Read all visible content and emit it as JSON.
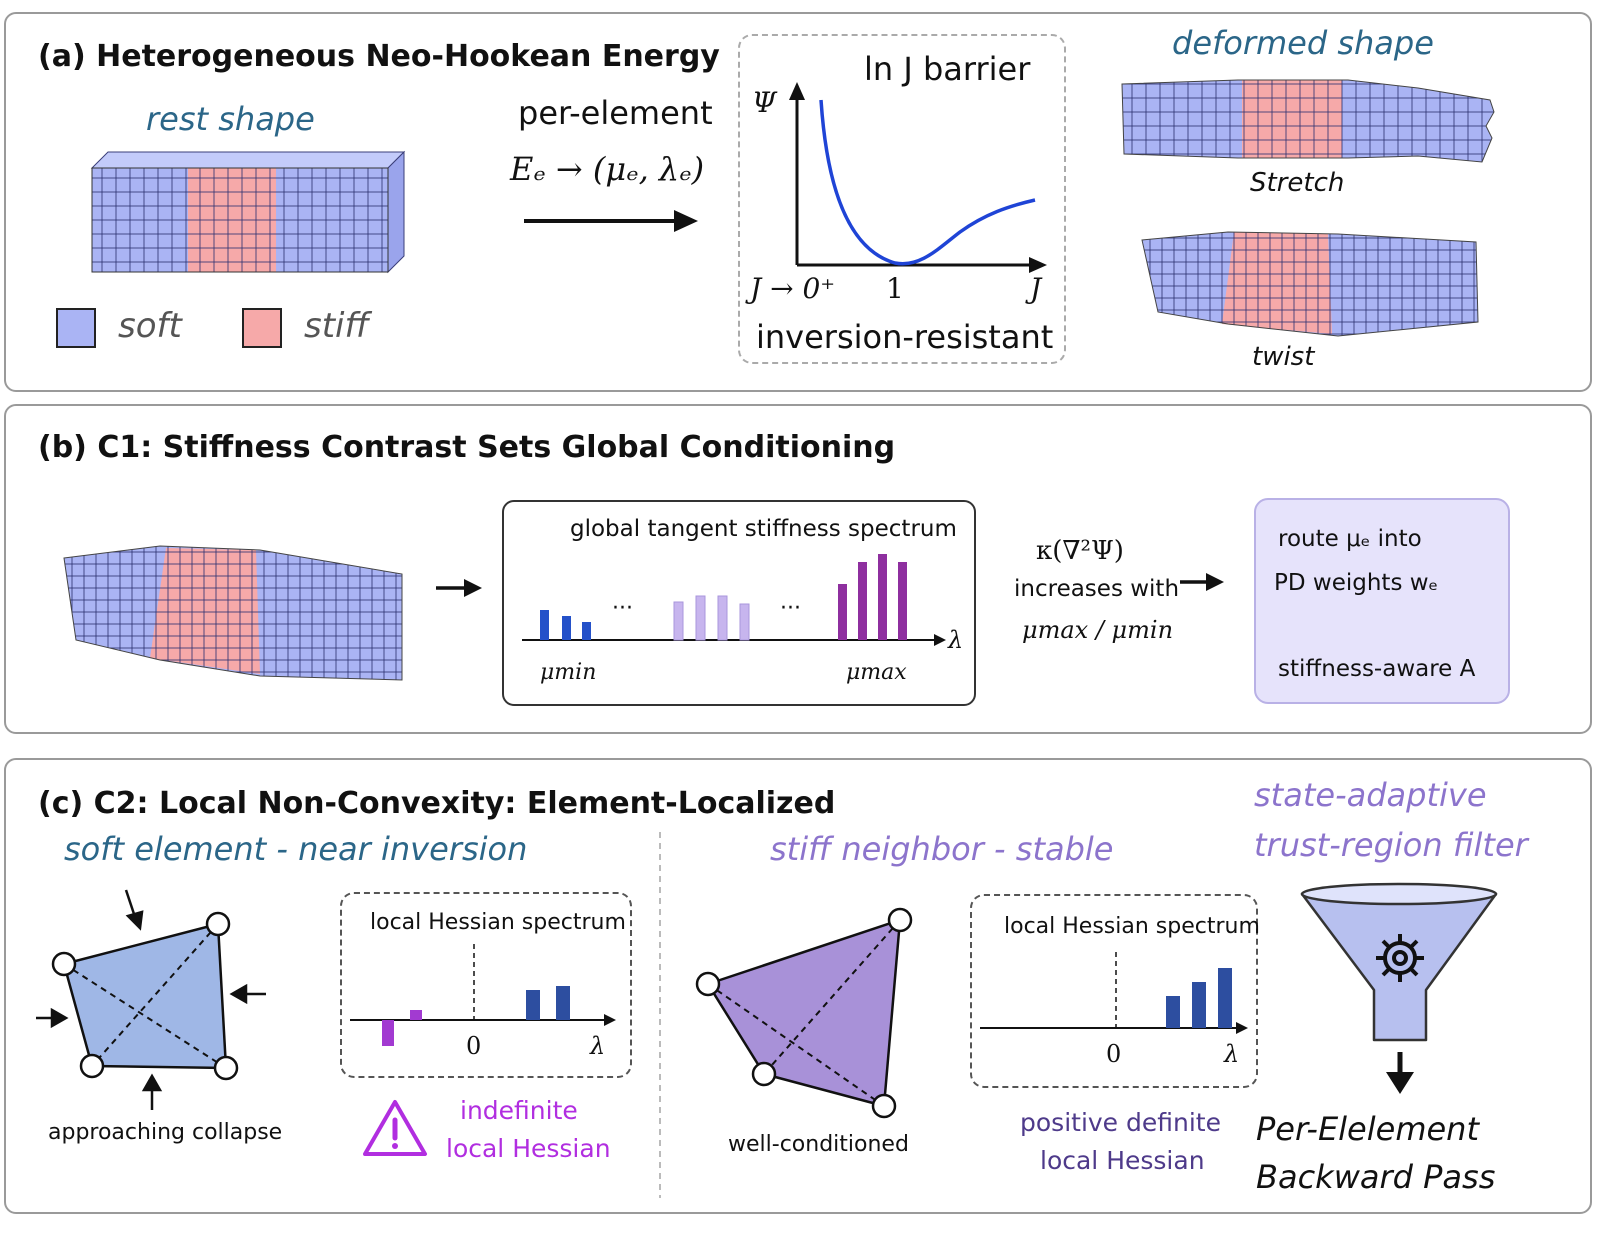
{
  "panel_a": {
    "title": "(a) Heterogeneous Neo-Hookean Energy",
    "rest_shape_label": "rest shape",
    "legend_soft": "soft",
    "legend_stiff": "stiff",
    "arrow_label_top": "per-element",
    "arrow_label_formula": "Eₑ → (μₑ, λₑ)",
    "barrier_title": "ln J barrier",
    "axis_y": "Ψ",
    "axis_x": "J",
    "tick_left": "J → 0⁺",
    "tick_one": "1",
    "barrier_caption": "inversion-resistant",
    "deformed_label": "deformed shape",
    "stretch_label": "Stretch",
    "twist_label": "twist"
  },
  "panel_b": {
    "title": "(b) C1: Stiffness Contrast Sets Global Conditioning",
    "spectrum_title": "global tangent stiffness spectrum",
    "ellipsis": "···",
    "mu_min": "μmin",
    "mu_max": "μmax",
    "lambda": "λ",
    "kappa": "κ(∇²Ψ)",
    "increases_with": "increases with",
    "ratio": "μmax / μmin",
    "route_line1": "route μₑ into",
    "route_line2": "PD weights wₑ",
    "route_line3": "stiffness-aware A"
  },
  "panel_c": {
    "title": "(c) C2:  Local Non-Convexity: Element-Localized",
    "soft_heading": "soft element - near inversion",
    "stiff_heading": "stiff neighbor - stable",
    "filter_heading_1": "state-adaptive",
    "filter_heading_2": "trust-region filter",
    "local_spectrum_title": "local Hessian spectrum",
    "zero": "0",
    "lambda": "λ",
    "collapse_caption": "approaching collapse",
    "indefinite_1": "indefinite",
    "indefinite_2": "local Hessian",
    "well_caption": "well-conditioned",
    "pd_1": "positive definite",
    "pd_2": "local Hessian",
    "backward_1": "Per-Elelement",
    "backward_2": "Backward Pass"
  },
  "colors": {
    "soft": "#aab4f4",
    "stiff": "#f6a9a9",
    "curve": "#1f44d6",
    "bar_blue": "#2451c9",
    "bar_lilac": "#c7b5ee",
    "bar_purple": "#8e2f9f",
    "route_box": "#e6e3fb",
    "warning": "#b12ee0",
    "pd_text": "#4e3a8a"
  }
}
